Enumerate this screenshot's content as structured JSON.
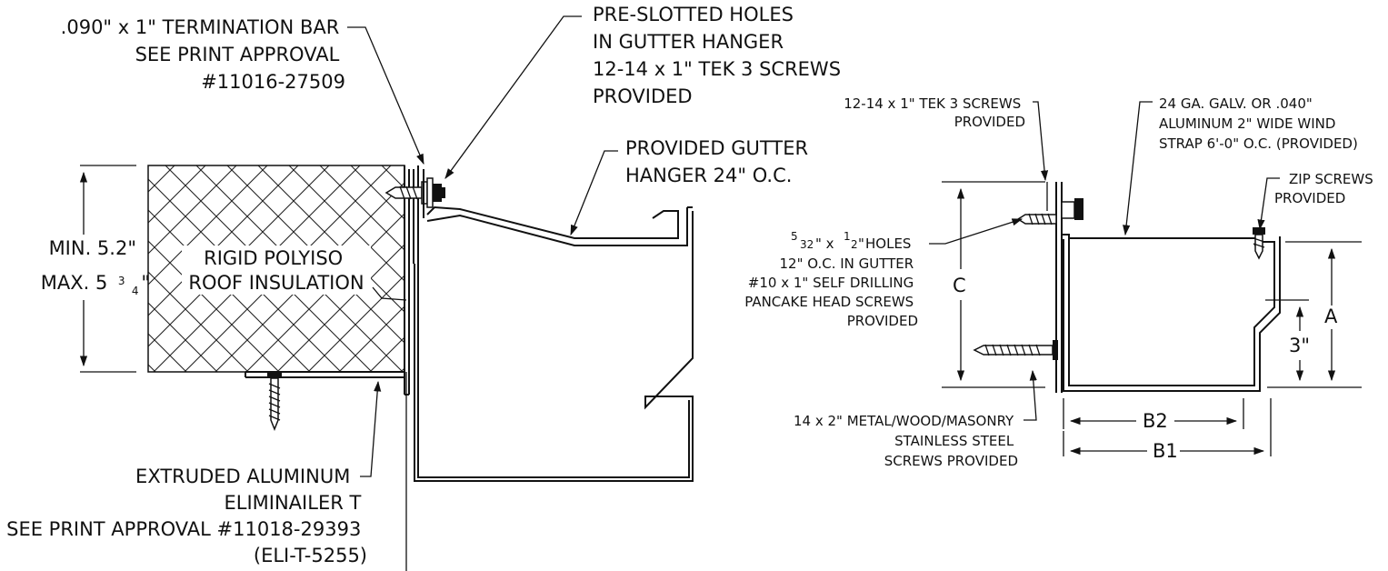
{
  "left_detail": {
    "termination_bar": [
      ".090\" x 1\" TERMINATION BAR",
      "SEE PRINT APPROVAL",
      "#11016-27509"
    ],
    "preslotted": [
      "PRE-SLOTTED HOLES",
      "IN GUTTER HANGER",
      "12-14 x 1\" TEK 3 SCREWS",
      "PROVIDED"
    ],
    "gutter_hanger": [
      "PROVIDED GUTTER",
      "HANGER 24\" O.C."
    ],
    "min_label": "MIN. 5.2\"",
    "max_label_prefix": "MAX. 5",
    "max_frac_num": "3",
    "max_frac_den": "4",
    "max_label_suffix": "\"",
    "insulation": [
      "RIGID POLYISO",
      "ROOF INSULATION"
    ],
    "eliminailer": [
      "EXTRUDED ALUMINUM",
      "ELIMINAILER T",
      "SEE PRINT APPROVAL #11018-29393",
      "(ELI-T-5255)"
    ]
  },
  "right_detail": {
    "tek_screws": [
      "12-14 x 1\" TEK 3 SCREWS",
      "PROVIDED"
    ],
    "wind_strap": [
      "24 GA. GALV. OR .040\"",
      "ALUMINUM 2\" WIDE WIND",
      "STRAP 6'-0\" O.C. (PROVIDED)"
    ],
    "zip_screws": [
      "ZIP SCREWS",
      "PROVIDED"
    ],
    "holes_frac_1_num": "5",
    "holes_frac_1_den": "32",
    "holes_frac_2_num": "1",
    "holes_frac_2_den": "2",
    "holes_first_tail": " HOLES",
    "holes_text": [
      "12\" O.C. IN GUTTER",
      "#10 x 1\" SELF DRILLING",
      "PANCAKE HEAD SCREWS",
      "PROVIDED"
    ],
    "masonry": [
      "14 x 2\" METAL/WOOD/MASONRY",
      "STAINLESS STEEL",
      "SCREWS PROVIDED"
    ],
    "dim_c": "C",
    "dim_a": "A",
    "dim_3": "3\"",
    "dim_b2": "B2",
    "dim_b1": "B1"
  }
}
